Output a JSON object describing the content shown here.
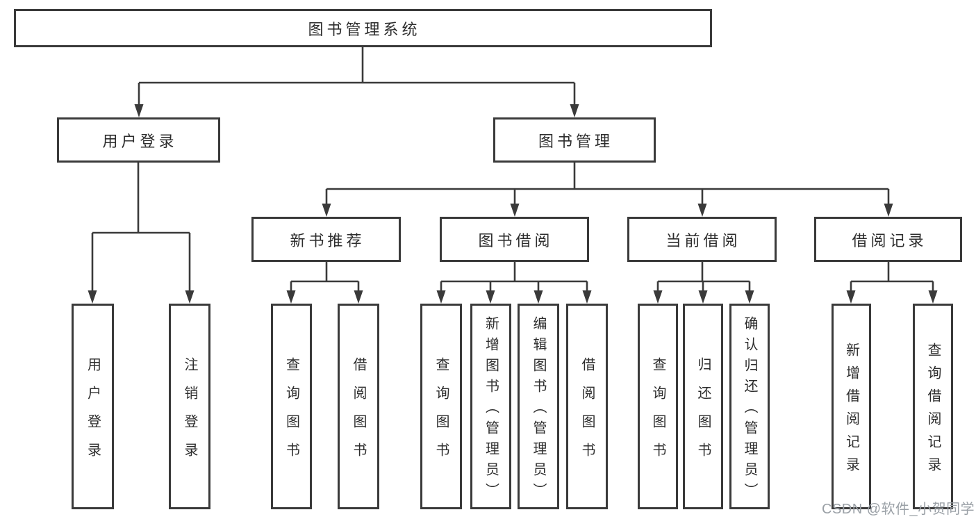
{
  "diagram": {
    "root": {
      "label": "图书管理系统"
    },
    "level2": [
      {
        "label": "用户登录"
      },
      {
        "label": "图书管理"
      }
    ],
    "level3": [
      {
        "label": "新书推荐"
      },
      {
        "label": "图书借阅"
      },
      {
        "label": "当前借阅"
      },
      {
        "label": "借阅记录"
      }
    ],
    "leaves": [
      {
        "label": "用户登录"
      },
      {
        "label": "注销登录"
      },
      {
        "label": "查询图书"
      },
      {
        "label": "借阅图书"
      },
      {
        "label": "查询图书"
      },
      {
        "label": "新增图书（管理员）"
      },
      {
        "label": "编辑图书（管理员）"
      },
      {
        "label": "借阅图书"
      },
      {
        "label": "查询图书"
      },
      {
        "label": "归还图书"
      },
      {
        "label": "确认归还（管理员）"
      },
      {
        "label": "新增借阅记录"
      },
      {
        "label": "查询借阅记录"
      }
    ]
  },
  "watermark": {
    "text": "CSDN @软件_小贺同学"
  },
  "colors": {
    "line": "#3a3a3a",
    "text": "#2d2d2d",
    "watermark": "#9aa0a6",
    "background": "#ffffff"
  }
}
